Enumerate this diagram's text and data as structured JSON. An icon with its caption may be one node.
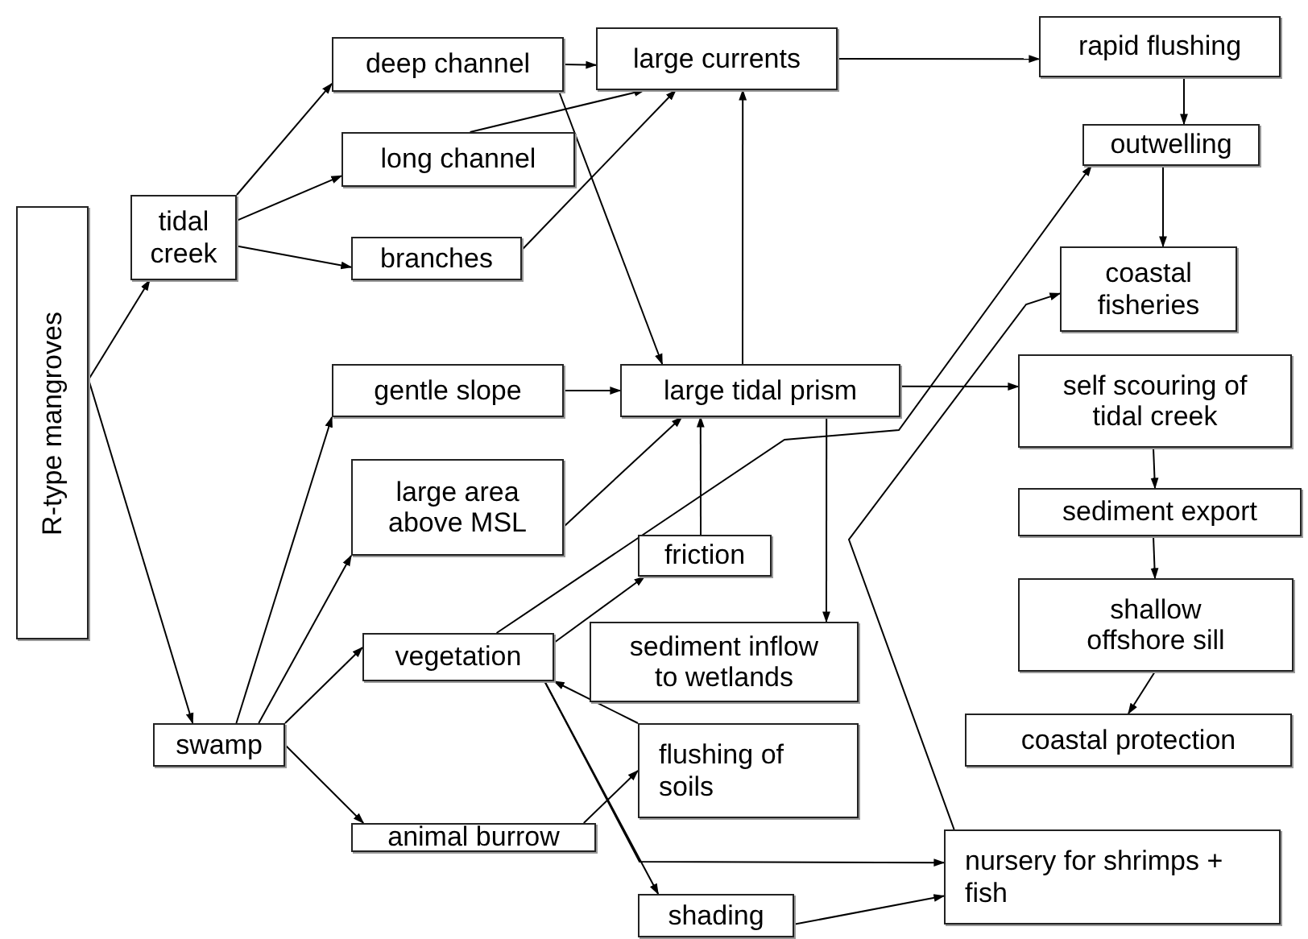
{
  "diagram": {
    "nodes": [
      {
        "text": [
          "R-type mangroves"
        ]
      },
      {
        "text": [
          "tidal creek"
        ]
      },
      {
        "text": [
          "deep channel"
        ]
      },
      {
        "text": [
          "long channel"
        ]
      },
      {
        "text": [
          "branches"
        ]
      },
      {
        "text": [
          "large currents"
        ]
      },
      {
        "text": [
          "rapid flushing"
        ]
      },
      {
        "text": [
          "outwelling"
        ]
      },
      {
        "text": [
          "coastal fisheries"
        ]
      },
      {
        "text": [
          "gentle slope"
        ]
      },
      {
        "text": [
          "large tidal prism"
        ]
      },
      {
        "text": [
          "self scouring of tidal creek"
        ]
      },
      {
        "text": [
          "large area above MSL"
        ]
      },
      {
        "text": [
          "friction"
        ]
      },
      {
        "text": [
          "sediment export"
        ]
      },
      {
        "text": [
          "vegetation"
        ]
      },
      {
        "text": [
          "sediment inflow to wetlands"
        ]
      },
      {
        "text": [
          "shallow offshore sill"
        ]
      },
      {
        "text": [
          "swamp"
        ]
      },
      {
        "text": [
          "flushing of soils"
        ]
      },
      {
        "text": [
          "coastal protection"
        ]
      },
      {
        "text": [
          "animal burrow"
        ]
      },
      {
        "text": [
          "nursery for shrimps + fish"
        ]
      },
      {
        "text": [
          "shading"
        ]
      }
    ],
    "edges": [
      {
        "from": 0,
        "to": 1,
        "arrow": "to"
      },
      {
        "from": 0,
        "to": 18,
        "arrow": "to"
      },
      {
        "from": 1,
        "to": 2,
        "arrow": "to"
      },
      {
        "from": 1,
        "to": 3,
        "arrow": "to"
      },
      {
        "from": 1,
        "to": 4,
        "arrow": "to"
      },
      {
        "from": 2,
        "to": 5,
        "arrow": "to"
      },
      {
        "from": 3,
        "to": 5,
        "arrow": "to"
      },
      {
        "from": 4,
        "to": 5,
        "arrow": "to"
      },
      {
        "from": 2,
        "to": 10,
        "arrow": "to"
      },
      {
        "from": 5,
        "to": 6,
        "arrow": "to"
      },
      {
        "from": 6,
        "to": 7,
        "arrow": "to"
      },
      {
        "from": 7,
        "to": 8,
        "arrow": "to"
      },
      {
        "from": 9,
        "to": 10,
        "arrow": "to"
      },
      {
        "from": 10,
        "to": 5,
        "arrow": "to"
      },
      {
        "from": 10,
        "to": 11,
        "arrow": "to"
      },
      {
        "from": 10,
        "to": 16,
        "arrow": "to"
      },
      {
        "from": 12,
        "to": 10,
        "arrow": "to"
      },
      {
        "from": 13,
        "to": 10,
        "arrow": "to"
      },
      {
        "from": 15,
        "to": 13,
        "arrow": "to"
      },
      {
        "from": 15,
        "to": 7,
        "arrow": "to"
      },
      {
        "from": 15,
        "to": 23,
        "arrow": "to"
      },
      {
        "from": 15,
        "to": 22,
        "arrow": "to"
      },
      {
        "from": 19,
        "to": 15,
        "arrow": "to"
      },
      {
        "from": 18,
        "to": 9,
        "arrow": "to"
      },
      {
        "from": 18,
        "to": 12,
        "arrow": "to"
      },
      {
        "from": 18,
        "to": 15,
        "arrow": "to"
      },
      {
        "from": 18,
        "to": 21,
        "arrow": "to"
      },
      {
        "from": 21,
        "to": 19,
        "arrow": "to"
      },
      {
        "from": 23,
        "to": 22,
        "arrow": "to"
      },
      {
        "from": 22,
        "to": 8,
        "arrow": "to"
      },
      {
        "from": 11,
        "to": 14,
        "arrow": "to"
      },
      {
        "from": 14,
        "to": 17,
        "arrow": "to"
      },
      {
        "from": 17,
        "to": 20,
        "arrow": "to"
      }
    ]
  }
}
